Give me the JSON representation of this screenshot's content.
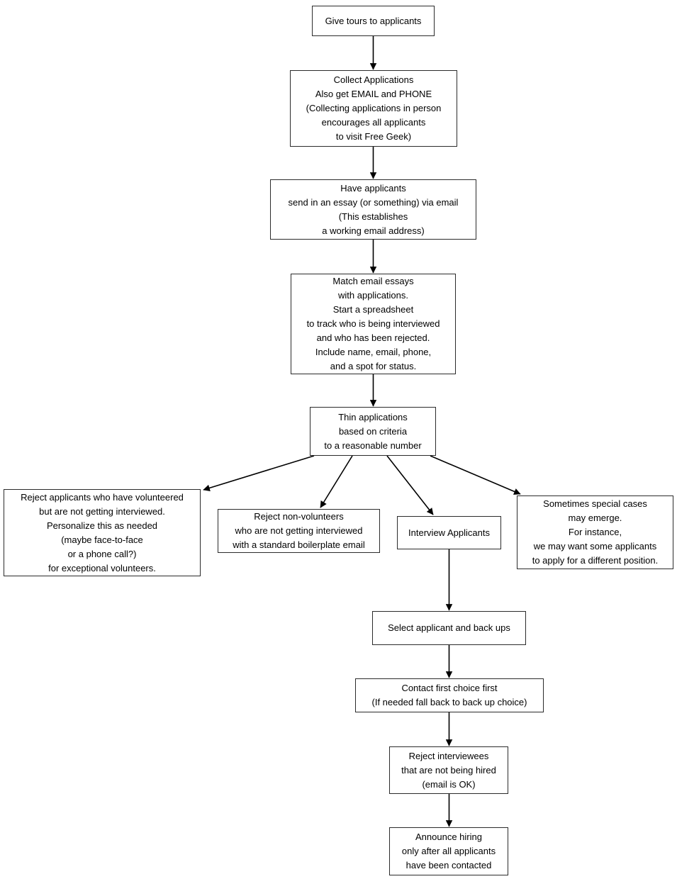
{
  "diagram": {
    "type": "flowchart",
    "nodes": {
      "give_tours": {
        "label": "Give tours to applicants"
      },
      "collect_apps": {
        "label": "Collect Applications\nAlso get EMAIL and PHONE\n(Collecting applications in person\nencourages all applicants\nto visit Free Geek)"
      },
      "send_essay": {
        "label": "Have applicants\nsend in an essay (or something) via email\n(This establishes\na working email address)"
      },
      "match_essays": {
        "label": "Match email essays\nwith applications.\nStart a spreadsheet\nto track who is being interviewed\nand who has been rejected.\nInclude name, email, phone,\nand a spot for status."
      },
      "thin_apps": {
        "label": "Thin applications\nbased on criteria\nto a reasonable number"
      },
      "reject_volunteers": {
        "label": "Reject applicants who have volunteered\nbut are not getting interviewed.\nPersonalize this as needed\n(maybe face-to-face\nor a phone call?)\nfor exceptional volunteers."
      },
      "reject_nonvolunteers": {
        "label": "Reject non-volunteers\nwho are not getting interviewed\nwith a standard boilerplate email"
      },
      "interview": {
        "label": "Interview Applicants"
      },
      "special_cases": {
        "label": "Sometimes special cases\nmay emerge.\nFor instance,\nwe may want some applicants\nto apply for a different position."
      },
      "select_applicant": {
        "label": "Select applicant and back ups"
      },
      "contact_first": {
        "label": "Contact first choice first\n(If needed fall back to back up choice)"
      },
      "reject_interviewees": {
        "label": "Reject interviewees\nthat are not being hired\n(email is OK)"
      },
      "announce_hiring": {
        "label": "Announce hiring\nonly after all applicants\nhave been contacted"
      }
    },
    "edges": [
      {
        "from": "give_tours",
        "to": "collect_apps"
      },
      {
        "from": "collect_apps",
        "to": "send_essay"
      },
      {
        "from": "send_essay",
        "to": "match_essays"
      },
      {
        "from": "match_essays",
        "to": "thin_apps"
      },
      {
        "from": "thin_apps",
        "to": "reject_volunteers"
      },
      {
        "from": "thin_apps",
        "to": "reject_nonvolunteers"
      },
      {
        "from": "thin_apps",
        "to": "interview"
      },
      {
        "from": "thin_apps",
        "to": "special_cases"
      },
      {
        "from": "interview",
        "to": "select_applicant"
      },
      {
        "from": "select_applicant",
        "to": "contact_first"
      },
      {
        "from": "contact_first",
        "to": "reject_interviewees"
      },
      {
        "from": "reject_interviewees",
        "to": "announce_hiring"
      }
    ],
    "colors": {
      "node_border": "#2b2b2b",
      "node_fill": "#ffffff",
      "text": "#000000",
      "arrow": "#000000",
      "background": "#ffffff"
    }
  }
}
